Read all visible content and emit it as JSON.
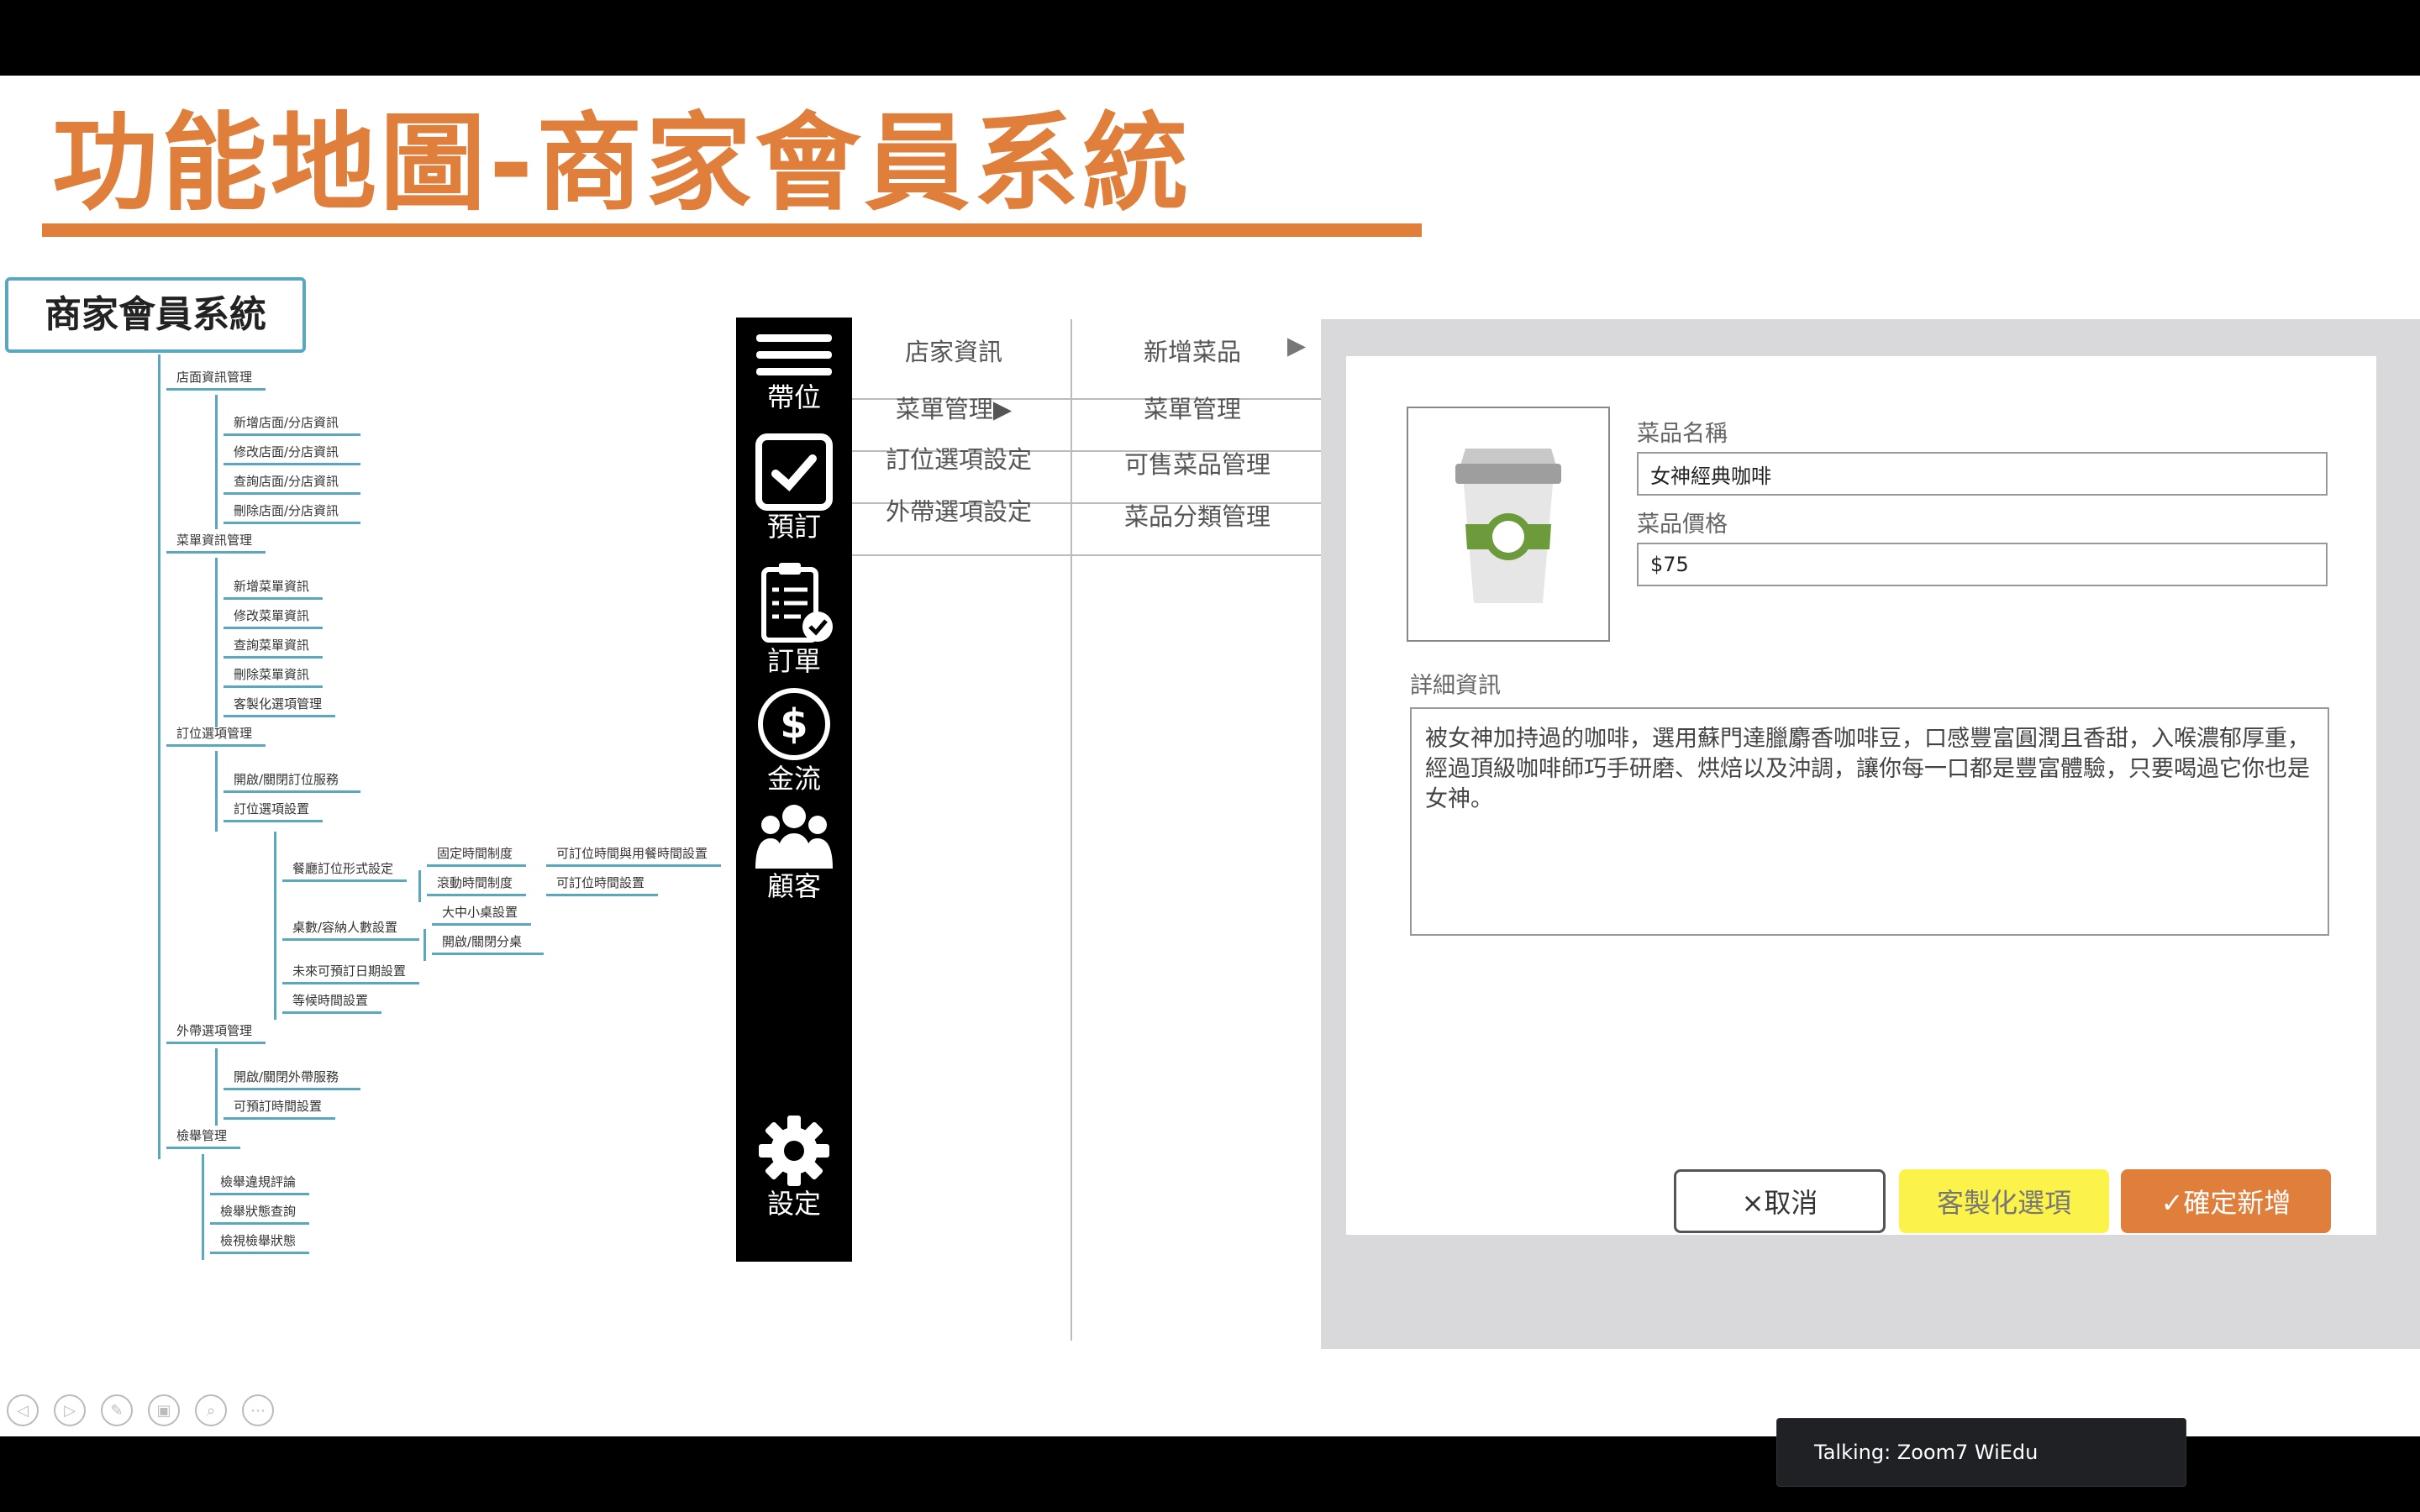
{
  "slide": {
    "title": "功能地圖-商家會員系統",
    "accent_color": "#e07f3c"
  },
  "mindmap": {
    "root": "商家會員系統",
    "nodes": {
      "store_info_mgmt": "店面資訊管理",
      "store_add": "新增店面/分店資訊",
      "store_edit": "修改店面/分店資訊",
      "store_query": "查詢店面/分店資訊",
      "store_delete": "刪除店面/分店資訊",
      "menu_info_mgmt": "菜單資訊管理",
      "menu_add": "新增菜單資訊",
      "menu_edit": "修改菜單資訊",
      "menu_query": "查詢菜單資訊",
      "menu_delete": "刪除菜單資訊",
      "custom_option_mgmt": "客製化選項管理",
      "reserve_option_mgmt": "訂位選項管理",
      "reserve_toggle": "開啟/關閉訂位服務",
      "reserve_setting": "訂位選項設置",
      "dining_mode": "餐廳訂位形式設定",
      "fixed_time": "固定時間制度",
      "fixed_time_detail": "可訂位時間與用餐時間設置",
      "flex_time": "滾動時間制度",
      "flex_time_detail": "可訂位時間設置",
      "table_count": "桌數/容納人數設置",
      "table_size": "大中小桌設置",
      "table_split": "開啟/關閉分桌",
      "future_date": "未來可預訂日期設置",
      "wait_time": "等候時間設置",
      "takeout_mgmt": "外帶選項管理",
      "takeout_toggle": "開啟/關閉外帶服務",
      "takeout_time": "可預訂時間設置",
      "review_mgmt": "檢舉管理",
      "review_violation": "檢舉違規評論",
      "review_status": "檢舉狀態查詢",
      "review_check": "檢視檢舉狀態"
    }
  },
  "sidebar": {
    "items": [
      {
        "label": "帶位",
        "icon": "list-icon"
      },
      {
        "label": "預訂",
        "icon": "checkbox-icon"
      },
      {
        "label": "訂單",
        "icon": "clipboard-icon"
      },
      {
        "label": "金流",
        "icon": "dollar-icon"
      },
      {
        "label": "顧客",
        "icon": "people-icon"
      },
      {
        "label": "設定",
        "icon": "gear-icon"
      }
    ]
  },
  "menu": {
    "col1": [
      "店家資訊",
      "菜單管理",
      "訂位選項設定",
      "外帶選項設定"
    ],
    "col2": [
      "新增菜品",
      "菜單管理",
      "可售菜品管理",
      "菜品分類管理"
    ],
    "arrow": "▶"
  },
  "form": {
    "name_label": "菜品名稱",
    "name_value": "女神經典咖啡",
    "price_label": "菜品價格",
    "price_value": "$75",
    "detail_label": "詳細資訊",
    "detail_value": "被女神加持過的咖啡，選用蘇門達臘麝香咖啡豆，口感豐富圓潤且香甜，入喉濃郁厚重，經過頂級咖啡師巧手研磨、烘焙以及沖調，讓你每一口都是豐富體驗，只要喝過它你也是女神。",
    "cancel": "×取消",
    "custom": "客製化選項",
    "confirm": "✓確定新增",
    "custom_color": "#fbf24a",
    "confirm_color": "#e07f3c"
  },
  "zoom": {
    "talking": "Talking: Zoom7 WiEdu"
  }
}
